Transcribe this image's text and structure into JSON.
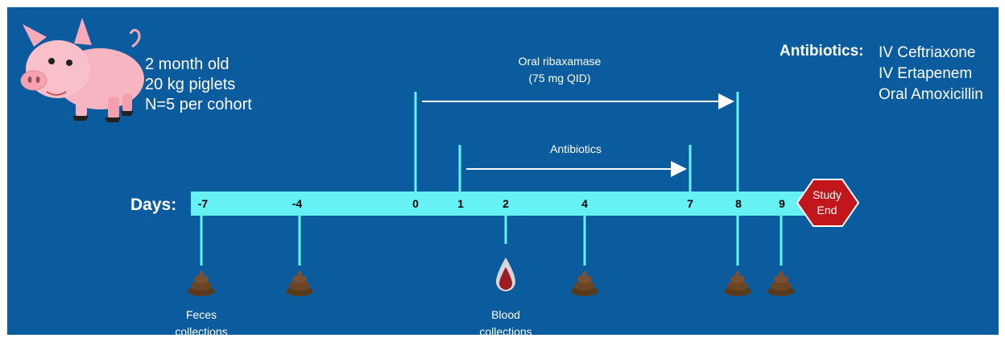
{
  "pig_info": {
    "lines": [
      "2 month old",
      "20 kg piglets",
      "N=5 per cohort"
    ]
  },
  "antibiotics_box": {
    "label": "Antibiotics:",
    "items": [
      "IV Ceftriaxone",
      "IV Ertapenem",
      "Oral Amoxicillin"
    ]
  },
  "ribaxamase": {
    "line1": "Oral ribaxamase",
    "line2": "(75 mg QID)"
  },
  "antibiotics_arrow": {
    "label": "Antibiotics"
  },
  "timeline": {
    "label": "Days:",
    "ticks": [
      "-7",
      "-4",
      "0",
      "1",
      "2",
      "4",
      "7",
      "8",
      "9"
    ],
    "end": {
      "line1": "Study",
      "line2": "End"
    }
  },
  "collections": {
    "feces": {
      "line1": "Feces",
      "line2": "collections"
    },
    "blood": {
      "line1": "Blood",
      "line2": "collections"
    }
  },
  "colors": {
    "background": "#0b5c9e",
    "timeline_bar": "#66f2f5",
    "marker_line": "#66f2f5",
    "study_end": "#c0161c",
    "arrow": "#ffffff"
  }
}
